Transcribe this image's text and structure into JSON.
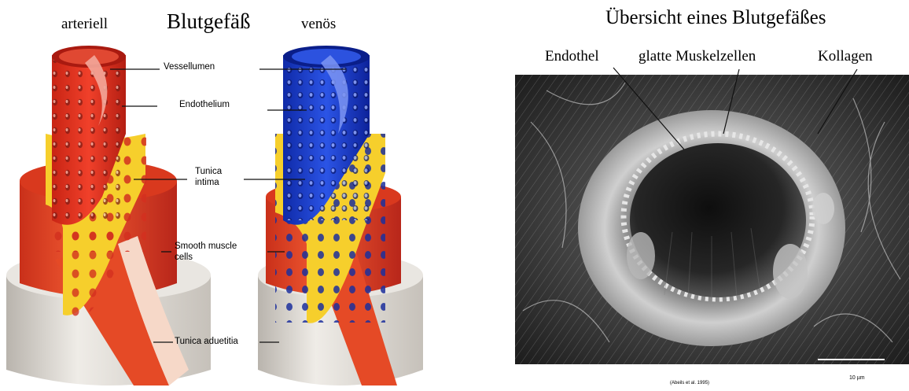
{
  "left_panel": {
    "title": "Blutgefäß",
    "label_arterial": "arteriell",
    "label_venous": "venös",
    "layers": {
      "vessel_lumen": "Vessellumen",
      "endothelium": "Endothelium",
      "tunica_intima_line1": "Tunica",
      "tunica_intima_line2": "intima",
      "smooth_muscle_line1": "Smooth muscle",
      "smooth_muscle_line2": "cells",
      "tunica_adventitia": "Tunica aduetitia"
    },
    "colors": {
      "arterial_red": "#e8321c",
      "venous_blue": "#1c3fd6",
      "intima_yellow": "#f7d33a",
      "muscle_red": "#e24a25",
      "adventitia_grey": "#dcd8d2"
    }
  },
  "right_panel": {
    "title": "Übersicht eines Blutgefäßes",
    "labels": {
      "endothel": "Endothel",
      "smooth_muscle": "glatte Muskelzellen",
      "collagen": "Kollagen"
    },
    "citation": "(Abeils et al. 1995)",
    "scale_label": "10 µm"
  }
}
